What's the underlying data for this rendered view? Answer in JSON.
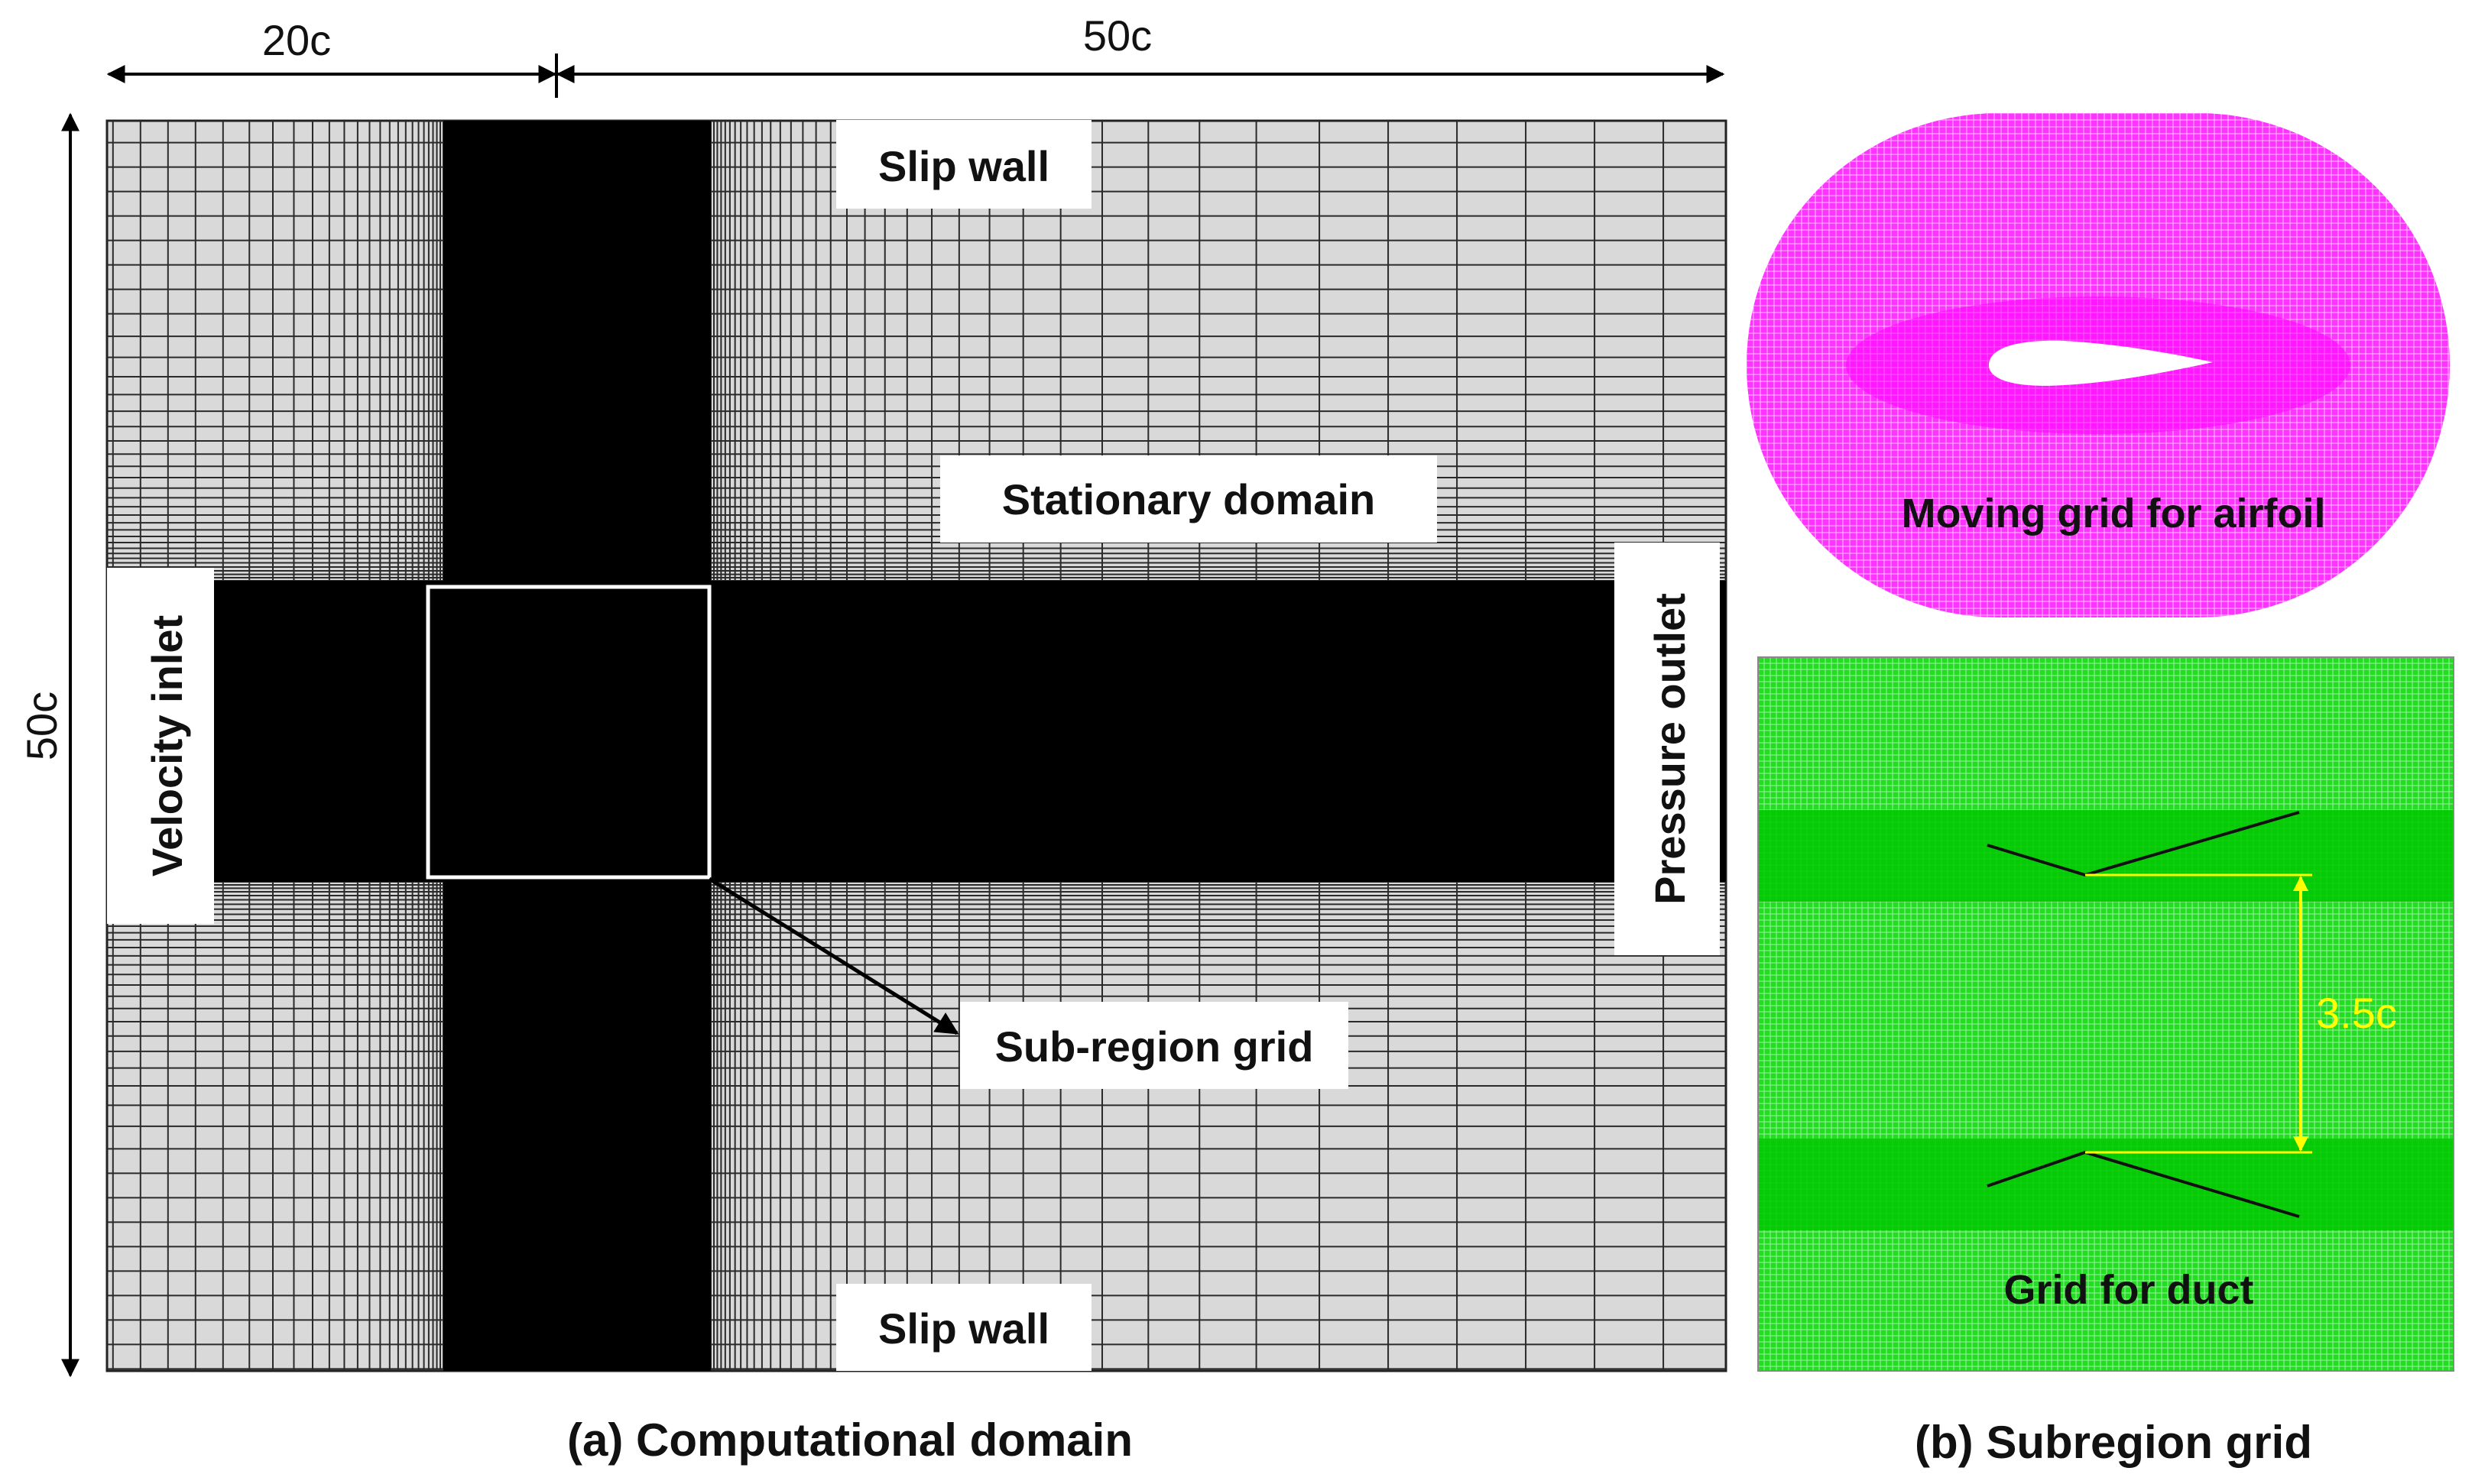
{
  "panel_a": {
    "dims": {
      "top_left": "20c",
      "top_right": "50c",
      "left": "50c"
    },
    "labels": {
      "slip_wall_top": "Slip wall",
      "slip_wall_bottom": "Slip wall",
      "stationary": "Stationary domain",
      "inlet": "Velocity  inlet",
      "outlet": "Pressure outlet",
      "subregion": "Sub-region grid"
    },
    "caption": "(a) Computational domain"
  },
  "panel_b": {
    "airfoil_label": "Moving grid for airfoil",
    "duct_label": "Grid for duct",
    "gap_label": "3.5c",
    "caption": "(b) Subregion grid"
  },
  "colors": {
    "mesh_bg": "#d9d9d9",
    "mesh_line": "#2a2a2a",
    "dense": "#000000",
    "airfoil_mesh": "#ff33ff",
    "duct_mesh": "#22dd22",
    "duct_dense": "#00c800",
    "dimension_yellow": "#ffff00"
  }
}
